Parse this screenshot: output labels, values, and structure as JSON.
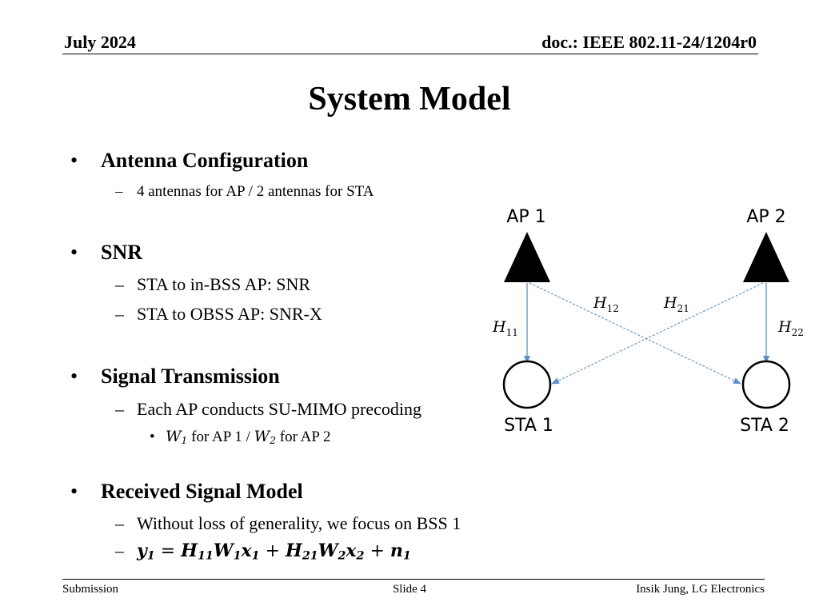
{
  "header": {
    "date": "July 2024",
    "doc": "doc.: IEEE 802.11-24/1204r0"
  },
  "slide_title": "System Model",
  "sections": {
    "antenna": {
      "heading": "Antenna Configuration",
      "item": "4 antennas for AP / 2 antennas for STA"
    },
    "snr": {
      "heading": "SNR",
      "items": [
        "STA to in-BSS AP: SNR",
        "STA to OBSS AP: SNR-X"
      ]
    },
    "signal": {
      "heading": "Signal Transmission",
      "item": "Each AP conducts SU-MIMO precoding",
      "sub": {
        "w1": "W",
        "w1_sub": "1",
        "text1": " for AP 1 / ",
        "w2": "W",
        "w2_sub": "2",
        "text2": " for AP 2"
      }
    },
    "received": {
      "heading": "Received Signal Model",
      "item": "Without loss of generality, we focus on BSS 1",
      "equation": {
        "y": "y",
        "y_sub": "1",
        "eq": " = ",
        "h11": "H",
        "h11_sub": "11",
        "w1": "W",
        "w1_sub": "1",
        "x1": "x",
        "x1_sub": "1",
        "plus1": " + ",
        "h21": "H",
        "h21_sub": "21",
        "w2": "W",
        "w2_sub": "2",
        "x2": "x",
        "x2_sub": "2",
        "plus2": " + ",
        "n": "n",
        "n_sub": "1"
      }
    }
  },
  "diagram": {
    "ap1": "AP 1",
    "ap2": "AP 2",
    "sta1": "STA 1",
    "sta2": "STA 2",
    "h11": {
      "base": "H",
      "sub": "11"
    },
    "h12": {
      "base": "H",
      "sub": "12"
    },
    "h21": {
      "base": "H",
      "sub": "21"
    },
    "h22": {
      "base": "H",
      "sub": "22"
    },
    "link_color": "#5b8fd0"
  },
  "footer": {
    "left": "Submission",
    "center": "Slide 4",
    "right": "Insik Jung, LG Electronics"
  }
}
